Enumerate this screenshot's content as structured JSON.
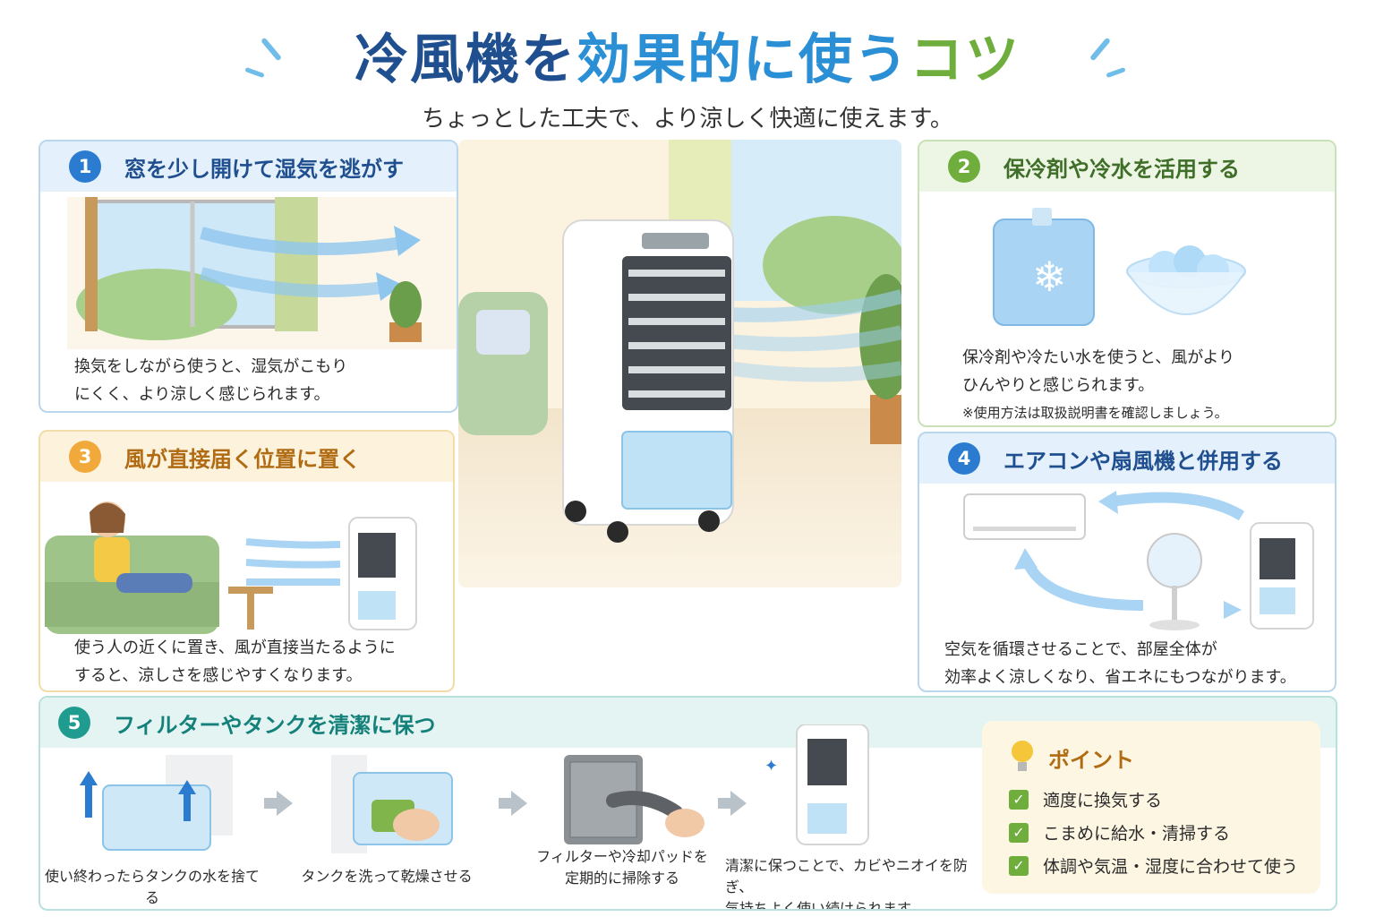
{
  "header": {
    "title_part1": "冷風機を",
    "title_part2": "効果的に使う",
    "title_part3": "コツ",
    "subtitle": "ちょっとした工夫で、より涼しく快適に使えます。"
  },
  "tips": [
    {
      "number": "1",
      "title": "窓を少し開けて湿気を逃がす",
      "desc_line1": "換気をしながら使うと、湿気がこもり",
      "desc_line2": "にくく、より涼しく感じられます。"
    },
    {
      "number": "2",
      "title": "保冷剤や冷水を活用する",
      "desc_line1": "保冷剤や冷たい水を使うと、風がより",
      "desc_line2": "ひんやりと感じられます。",
      "note": "※使用方法は取扱説明書を確認しましょう。"
    },
    {
      "number": "3",
      "title": "風が直接届く位置に置く",
      "desc_line1": "使う人の近くに置き、風が直接当たるように",
      "desc_line2": "すると、涼しさを感じやすくなります。"
    },
    {
      "number": "4",
      "title": "エアコンや扇風機と併用する",
      "desc_line1": "空気を循環させることで、部屋全体が",
      "desc_line2": "効率よく涼しくなり、省エネにもつながります。"
    },
    {
      "number": "5",
      "title": "フィルターやタンクを清潔に保つ"
    }
  ],
  "steps": [
    {
      "line1": "使い終わったらタンクの水を捨てる",
      "line2": ""
    },
    {
      "line1": "タンクを洗って乾燥させる",
      "line2": ""
    },
    {
      "line1": "フィルターや冷却パッドを",
      "line2": "定期的に掃除する"
    },
    {
      "line1": "清潔に保つことで、カビやニオイを防ぎ、",
      "line2": "気持ちよく使い続けられます。"
    }
  ],
  "point": {
    "title": "ポイント",
    "items": [
      "適度に換気する",
      "こまめに給水・清掃する",
      "体調や気温・湿度に合わせて使う"
    ],
    "check_mark": "✓"
  },
  "colors": {
    "blue": "#2b7cd0",
    "green": "#6fae3d",
    "orange": "#f2a93b",
    "teal": "#1f9b8f",
    "navy": "#1f4f8f"
  },
  "icons": [
    "window-icon",
    "plant-icon",
    "ice-pack-icon",
    "ice-bowl-icon",
    "person-on-sofa-icon",
    "air-conditioner-icon",
    "electric-fan-icon",
    "air-cooler-icon",
    "tank-icon",
    "sponge-icon",
    "filter-icon",
    "vacuum-nozzle-icon",
    "lightbulb-icon",
    "checkbox-icon",
    "arrow-right-icon"
  ]
}
